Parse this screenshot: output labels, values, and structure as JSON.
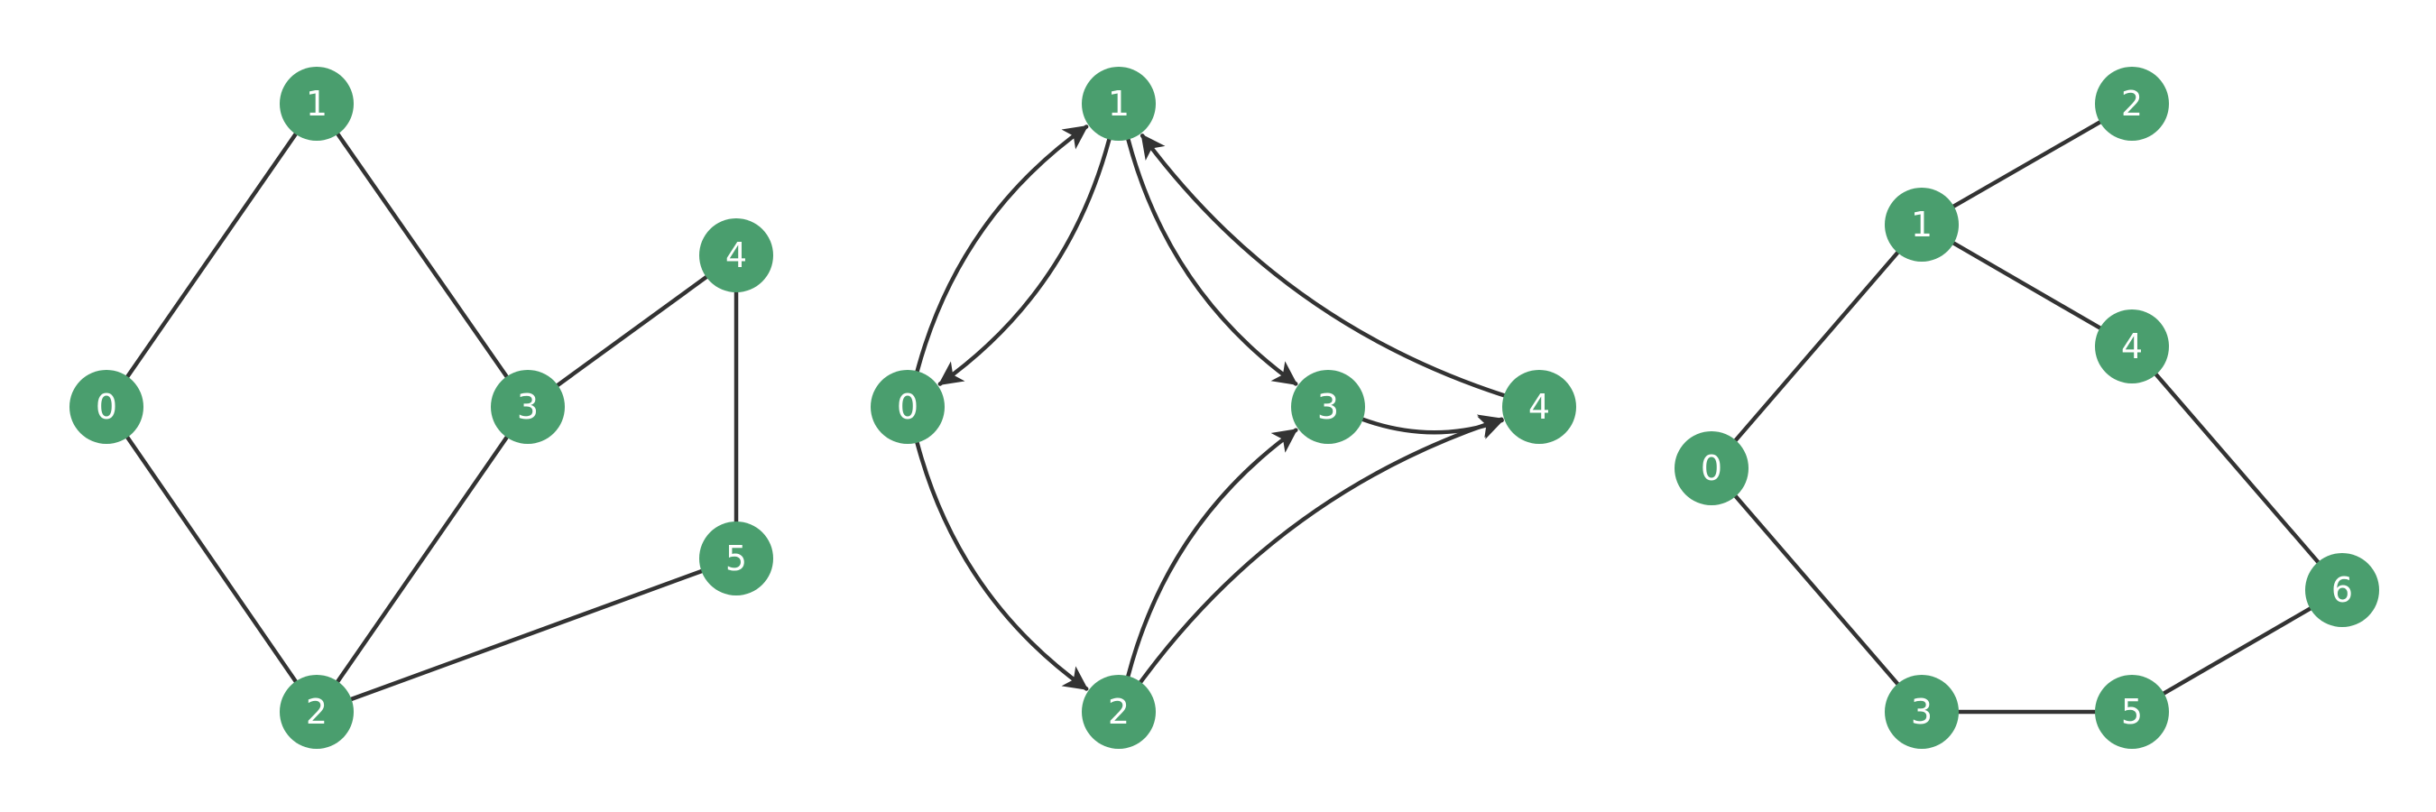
{
  "colors": {
    "node_fill": "#4a9e6e",
    "edge": "#333333",
    "label": "#ffffff",
    "background": "#ffffff"
  },
  "graphs": [
    {
      "name": "undirected-graph-left",
      "directed": false,
      "nodes": [
        "0",
        "1",
        "2",
        "3",
        "4",
        "5"
      ],
      "edges": [
        [
          "0",
          "1"
        ],
        [
          "0",
          "2"
        ],
        [
          "1",
          "3"
        ],
        [
          "2",
          "3"
        ],
        [
          "3",
          "4"
        ],
        [
          "4",
          "5"
        ],
        [
          "2",
          "5"
        ]
      ]
    },
    {
      "name": "directed-graph-middle",
      "directed": true,
      "nodes": [
        "0",
        "1",
        "2",
        "3",
        "4"
      ],
      "edges": [
        [
          "0",
          "1"
        ],
        [
          "1",
          "0"
        ],
        [
          "0",
          "2"
        ],
        [
          "1",
          "3"
        ],
        [
          "2",
          "3"
        ],
        [
          "2",
          "4"
        ],
        [
          "3",
          "4"
        ],
        [
          "4",
          "1"
        ]
      ]
    },
    {
      "name": "tree-graph-right",
      "directed": false,
      "nodes": [
        "0",
        "1",
        "2",
        "3",
        "4",
        "5",
        "6"
      ],
      "edges": [
        [
          "0",
          "1"
        ],
        [
          "1",
          "2"
        ],
        [
          "1",
          "4"
        ],
        [
          "0",
          "3"
        ],
        [
          "3",
          "5"
        ],
        [
          "4",
          "6"
        ],
        [
          "5",
          "6"
        ]
      ]
    }
  ]
}
